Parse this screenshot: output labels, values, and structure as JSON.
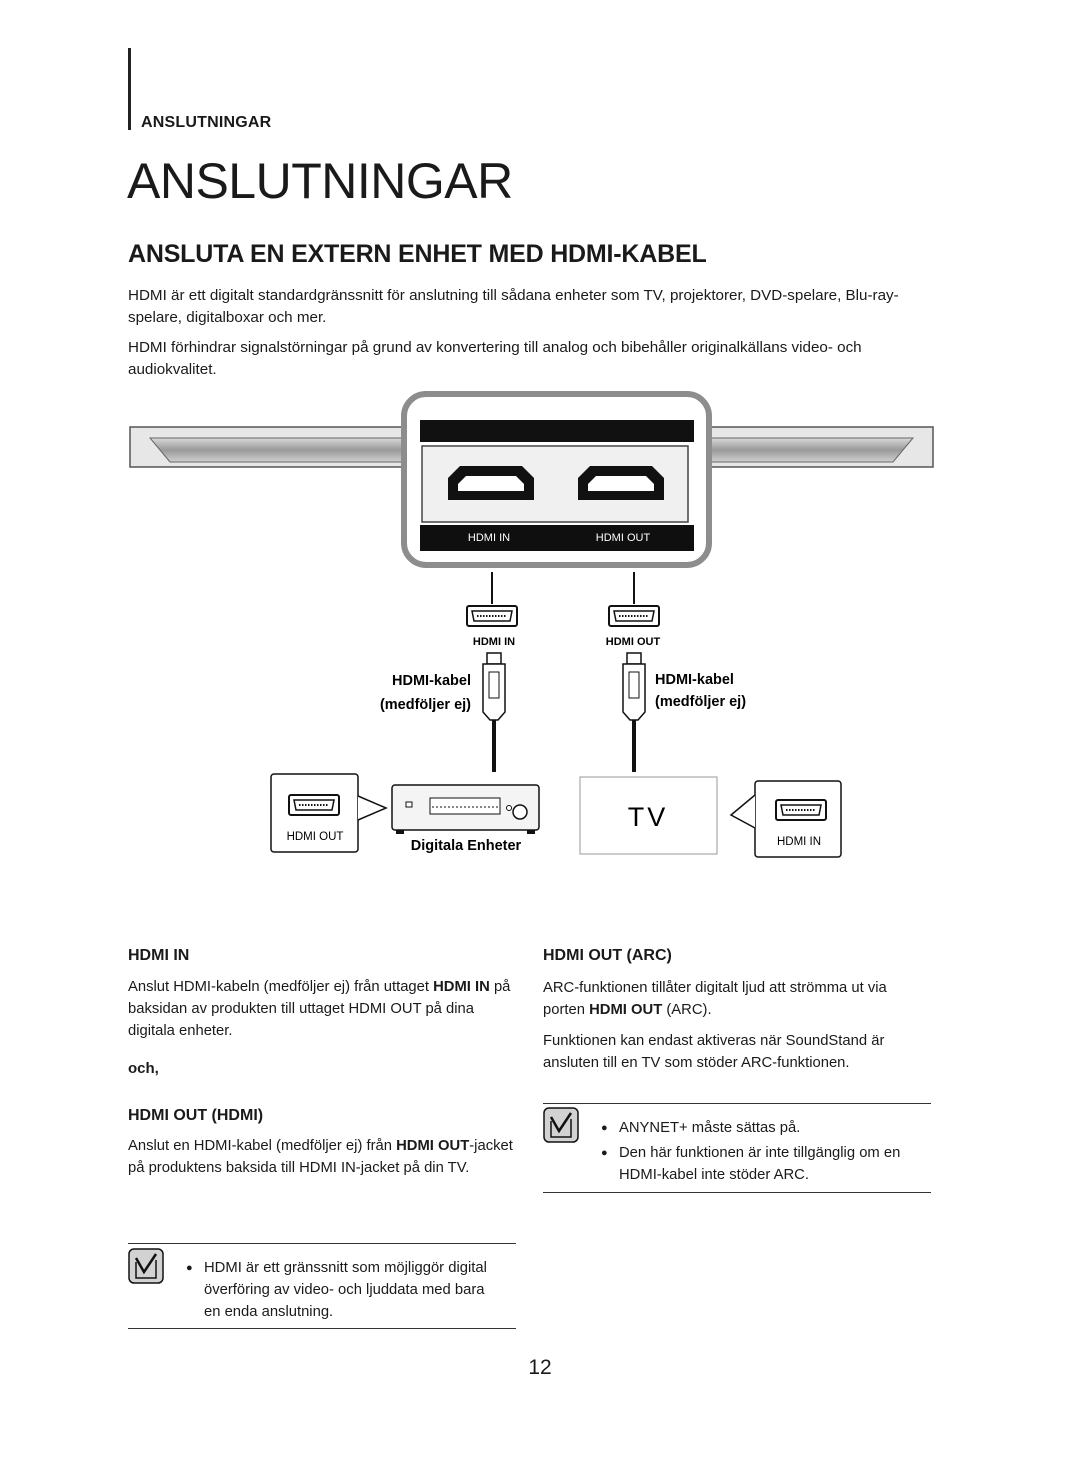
{
  "header": {
    "section_tag": "ANSLUTNINGAR",
    "page_title": "ANSLUTNINGAR"
  },
  "section": {
    "subtitle": "ANSLUTA EN EXTERN ENHET MED HDMI-KABEL",
    "intro": [
      "HDMI är ett digitalt standardgränssnitt för anslutning till sådana enheter som TV, projektorer, DVD-spelare, Blu-ray-spelare, digitalboxar och mer.",
      "HDMI förhindrar signalstörningar på grund av konvertering till analog och bibehåller originalkällans video- och audiokvalitet."
    ]
  },
  "diagram": {
    "panel_port_left": "HDMI IN",
    "panel_port_right": "HDMI OUT",
    "plug_left": "HDMI IN",
    "plug_right": "HDMI OUT",
    "cable_left_line1": "HDMI-kabel",
    "cable_left_line2": "(medföljer ej)",
    "cable_right_line1": "HDMI-kabel",
    "cable_right_line2": "(medföljer ej)",
    "device_port": "HDMI OUT",
    "device_label": "Digitala Enheter",
    "tv_label": "TV",
    "tv_port": "HDMI IN"
  },
  "left_column": {
    "heading1": "HDMI IN",
    "body1_pre": "Anslut HDMI-kabeln (medföljer ej) från uttaget ",
    "body1_bold": "HDMI IN",
    "body1_post": " på baksidan av produkten till uttaget HDMI OUT på dina digitala enheter.",
    "och": "och,",
    "heading2": "HDMI OUT (HDMI)",
    "body2_pre": "Anslut en HDMI-kabel (medföljer ej) från ",
    "body2_bold": "HDMI OUT",
    "body2_post": "-jacket på produktens baksida till HDMI IN-jacket på din TV.",
    "note_items": [
      "HDMI är ett gränssnitt som möjliggör digital överföring av video- och ljuddata med bara en enda anslutning."
    ]
  },
  "right_column": {
    "heading": "HDMI OUT (ARC)",
    "body1_pre": "ARC-funktionen tillåter digitalt ljud att strömma ut via porten ",
    "body1_bold": "HDMI OUT",
    "body1_post": " (ARC).",
    "body2": "Funktionen kan endast aktiveras när SoundStand är ansluten till en TV som stöder ARC-funktionen.",
    "note_items": [
      "ANYNET+ måste sättas på.",
      "Den här funktionen är inte tillgänglig om en HDMI-kabel inte stöder ARC."
    ]
  },
  "footer": {
    "page_number": "12"
  }
}
